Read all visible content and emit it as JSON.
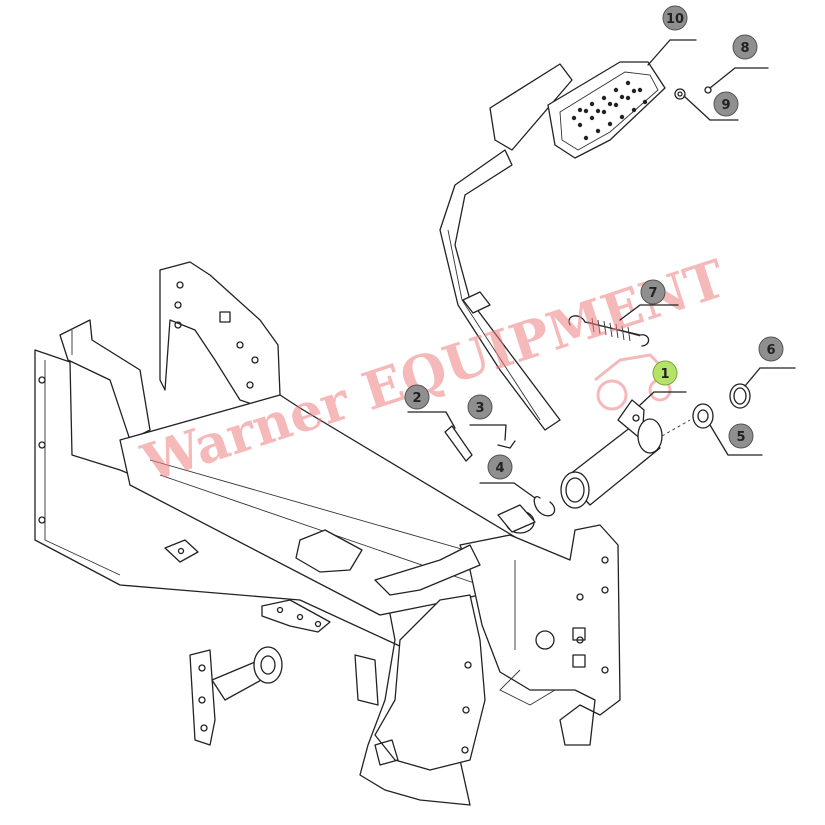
{
  "diagram": {
    "callouts": [
      {
        "id": "1",
        "label": "1"
      },
      {
        "id": "2",
        "label": "2"
      },
      {
        "id": "3",
        "label": "3"
      },
      {
        "id": "4",
        "label": "4"
      },
      {
        "id": "5",
        "label": "5"
      },
      {
        "id": "6",
        "label": "6"
      },
      {
        "id": "7",
        "label": "7"
      },
      {
        "id": "8",
        "label": "8"
      },
      {
        "id": "9",
        "label": "9"
      },
      {
        "id": "10",
        "label": "10"
      }
    ],
    "highlighted_callout": "1",
    "colors": {
      "callout_fill": "#8f8f8f",
      "callout_highlight": "#b5e36a",
      "line": "#222222",
      "watermark": "#ef8080"
    }
  },
  "watermark": {
    "text": "Warner EQUIPMENT"
  }
}
